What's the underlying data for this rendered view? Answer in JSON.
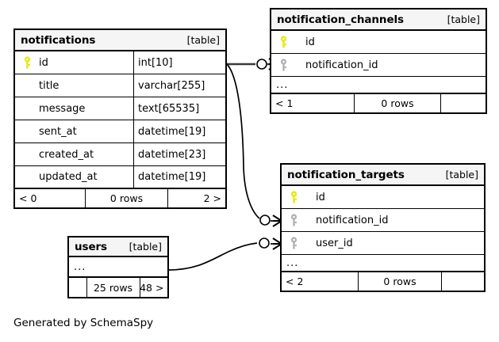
{
  "diagram": {
    "caption": "Generated by SchemaSpy",
    "kind_label": "[table]",
    "ellipsis": "...",
    "icons": {
      "primary_key": "key-icon-primary",
      "foreign_key": "key-icon-foreign"
    },
    "colors": {
      "primary_key": "#e8e800",
      "foreign_key": "#b0b0b0",
      "header_bg": "#f5f5f5",
      "border": "#000000",
      "background": "#ffffff"
    }
  },
  "tables": [
    {
      "id": "notifications",
      "name": "notifications",
      "kind": "[table]",
      "columns": [
        {
          "name": "id",
          "type": "int[10]",
          "key": "primary"
        },
        {
          "name": "title",
          "type": "varchar[255]",
          "key": "none"
        },
        {
          "name": "message",
          "type": "text[65535]",
          "key": "none"
        },
        {
          "name": "sent_at",
          "type": "datetime[19]",
          "key": "none"
        },
        {
          "name": "created_at",
          "type": "datetime[23]",
          "key": "none"
        },
        {
          "name": "updated_at",
          "type": "datetime[19]",
          "key": "none"
        }
      ],
      "has_ellipsis_row": false,
      "footer": {
        "left": "< 0",
        "middle": "0 rows",
        "right": "2 >"
      }
    },
    {
      "id": "notification_channels",
      "name": "notification_channels",
      "kind": "[table]",
      "columns": [
        {
          "name": "id",
          "type": "",
          "key": "primary"
        },
        {
          "name": "notification_id",
          "type": "",
          "key": "foreign"
        }
      ],
      "has_ellipsis_row": true,
      "footer": {
        "left": "< 1",
        "middle": "0 rows",
        "right": ""
      }
    },
    {
      "id": "notification_targets",
      "name": "notification_targets",
      "kind": "[table]",
      "columns": [
        {
          "name": "id",
          "type": "",
          "key": "primary"
        },
        {
          "name": "notification_id",
          "type": "",
          "key": "foreign"
        },
        {
          "name": "user_id",
          "type": "",
          "key": "foreign"
        }
      ],
      "has_ellipsis_row": true,
      "footer": {
        "left": "< 2",
        "middle": "0 rows",
        "right": ""
      }
    },
    {
      "id": "users",
      "name": "users",
      "kind": "[table]",
      "columns": [],
      "has_ellipsis_row": true,
      "footer": {
        "left": "",
        "middle": "25 rows",
        "right": "48 >"
      }
    }
  ],
  "relationships": [
    {
      "id": "notifications-to-notification_channels",
      "from_table": "notifications",
      "from_column": "id",
      "to_table": "notification_channels",
      "to_column": "notification_id",
      "from_cardinality": "zero-or-more",
      "to_cardinality": "many"
    },
    {
      "id": "notifications-to-notification_targets",
      "from_table": "notifications",
      "from_column": "id",
      "to_table": "notification_targets",
      "to_column": "notification_id",
      "from_cardinality": "zero-or-more",
      "to_cardinality": "many"
    },
    {
      "id": "users-to-notification_targets",
      "from_table": "users",
      "from_column": "",
      "to_table": "notification_targets",
      "to_column": "user_id",
      "from_cardinality": "zero-or-more",
      "to_cardinality": "many"
    }
  ]
}
